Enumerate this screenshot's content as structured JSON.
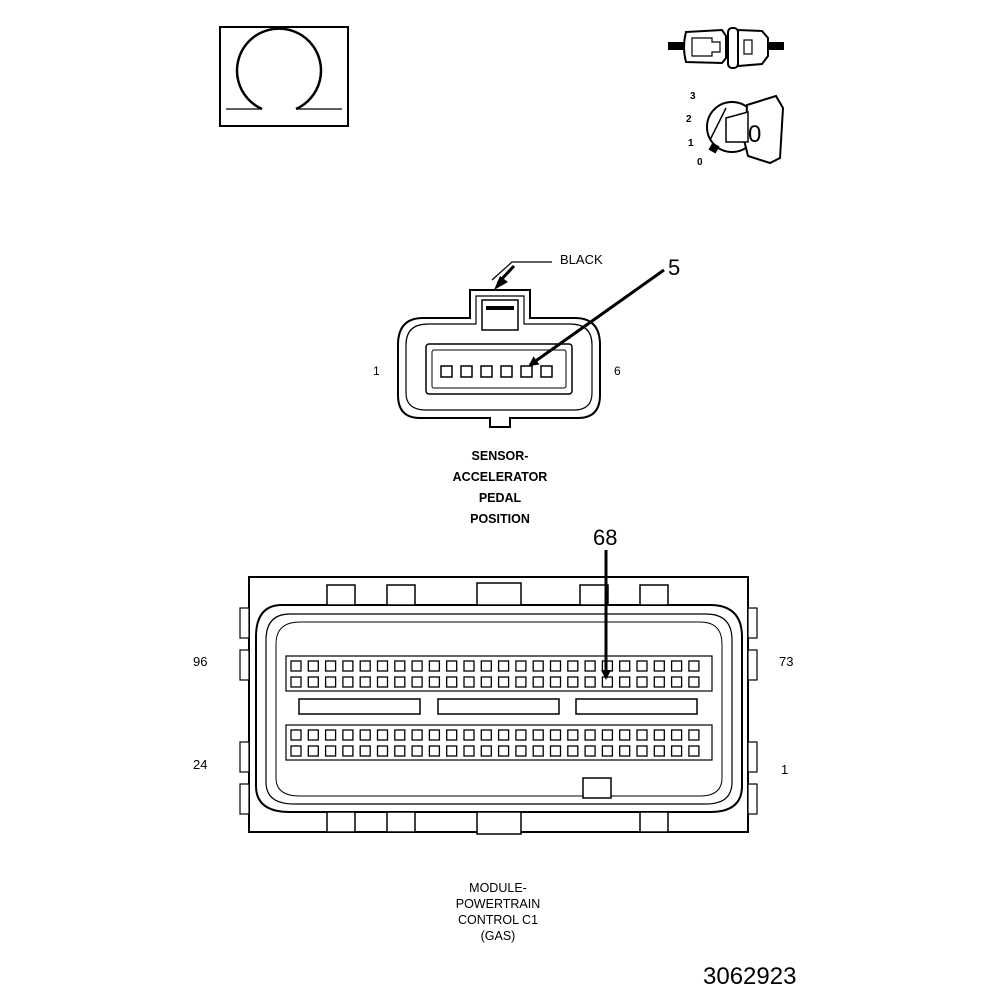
{
  "sensor_connector": {
    "color_label": "BLACK",
    "callout_pin": "5",
    "pin_left": "1",
    "pin_right": "6",
    "caption_lines": [
      "SENSOR-",
      "ACCELERATOR",
      "PEDAL",
      "POSITION"
    ]
  },
  "pcm_connector": {
    "callout_pin": "68",
    "pin_top_left": "96",
    "pin_top_right": "73",
    "pin_bottom_left": "24",
    "pin_bottom_right": "1",
    "caption_lines": [
      "MODULE-",
      "POWERTRAIN",
      "CONTROL C1",
      "(GAS)"
    ]
  },
  "key_switch": {
    "positions": [
      "3",
      "2",
      "1",
      "0"
    ],
    "key_label": "0"
  },
  "figure_number": "3062923"
}
